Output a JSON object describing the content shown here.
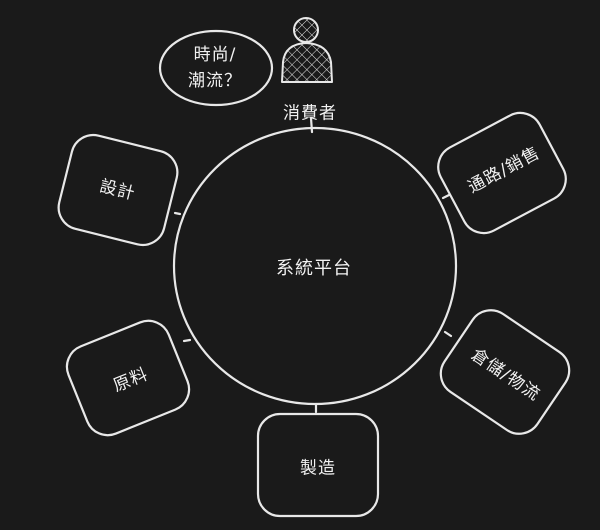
{
  "diagram": {
    "center": {
      "label": "系統平台"
    },
    "consumer": {
      "label": "消費者",
      "icon": "person-icon"
    },
    "bubble": {
      "line1": "時尚/",
      "line2": "潮流？"
    },
    "nodes": {
      "design": "設計",
      "channel": "通路/銷售",
      "materials": "原料",
      "warehouse": "倉儲/物流",
      "manufacturing": "製造"
    },
    "colors": {
      "background": "#1a1a1a",
      "stroke": "#e8e8e8",
      "text": "#f2f2f2"
    }
  }
}
